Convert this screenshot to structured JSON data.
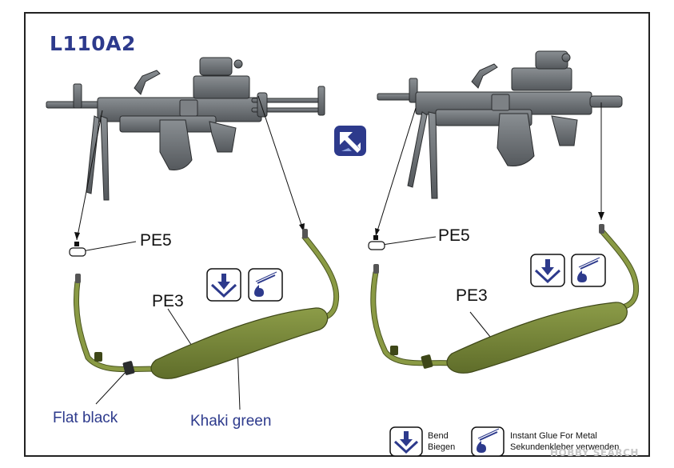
{
  "title": "L110A2",
  "left_view": {
    "pe5_label": "PE5",
    "pe3_label": "PE3",
    "color_flat_black": "Flat black",
    "color_khaki_green": "Khaki green"
  },
  "right_view": {
    "pe5_label": "PE5",
    "pe3_label": "PE3"
  },
  "legend": {
    "bend_line1": "Bend",
    "bend_line2": "Biegen",
    "glue_line1": "Instant Glue For Metal",
    "glue_line2": "Sekundenkleber verwenden"
  },
  "watermark": "HOBBY SEARCH",
  "colors": {
    "title": "#2d3a8c",
    "gun_gray": "#6f7478",
    "sling_khaki": "#7a8a3c",
    "icon_blue": "#2d3a8c"
  },
  "icons": [
    "flip-view-icon",
    "bend-icon",
    "glue-icon"
  ]
}
